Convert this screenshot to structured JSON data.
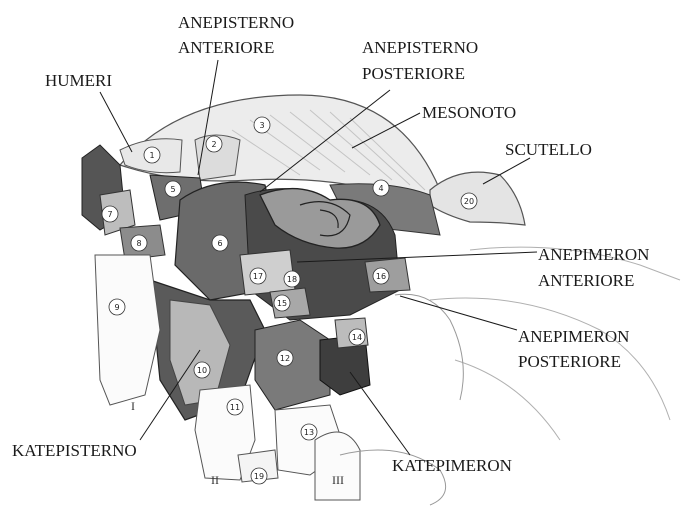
{
  "labels": {
    "humeri": "HUMERI",
    "anepisterno_anteriore_1": "ANEPISTERNO",
    "anepisterno_anteriore_2": "ANTERIORE",
    "anepisterno_posteriore_1": "ANEPISTERNO",
    "anepisterno_posteriore_2": "POSTERIORE",
    "mesonoto": "MESONOTO",
    "scutello": "SCUTELLO",
    "anepimeron_anteriore_1": "ANEPIMERON",
    "anepimeron_anteriore_2": "ANTERIORE",
    "anepimeron_posteriore_1": "ANEPIMERON",
    "anepimeron_posteriore_2": "POSTERIORE",
    "katepisterno": "KATEPISTERNO",
    "katepimeron": "KATEPIMERON"
  },
  "numbers": [
    "1",
    "2",
    "3",
    "4",
    "5",
    "6",
    "7",
    "8",
    "9",
    "10",
    "11",
    "12",
    "13",
    "14",
    "15",
    "16",
    "17",
    "18",
    "19",
    "20"
  ],
  "legs": [
    "I",
    "II",
    "III"
  ],
  "colors": {
    "ink": "#1a1a1a",
    "dark": "#3a3a3a",
    "mid": "#8a8a8a",
    "light": "#d4d4d4",
    "paper": "#ffffff"
  }
}
